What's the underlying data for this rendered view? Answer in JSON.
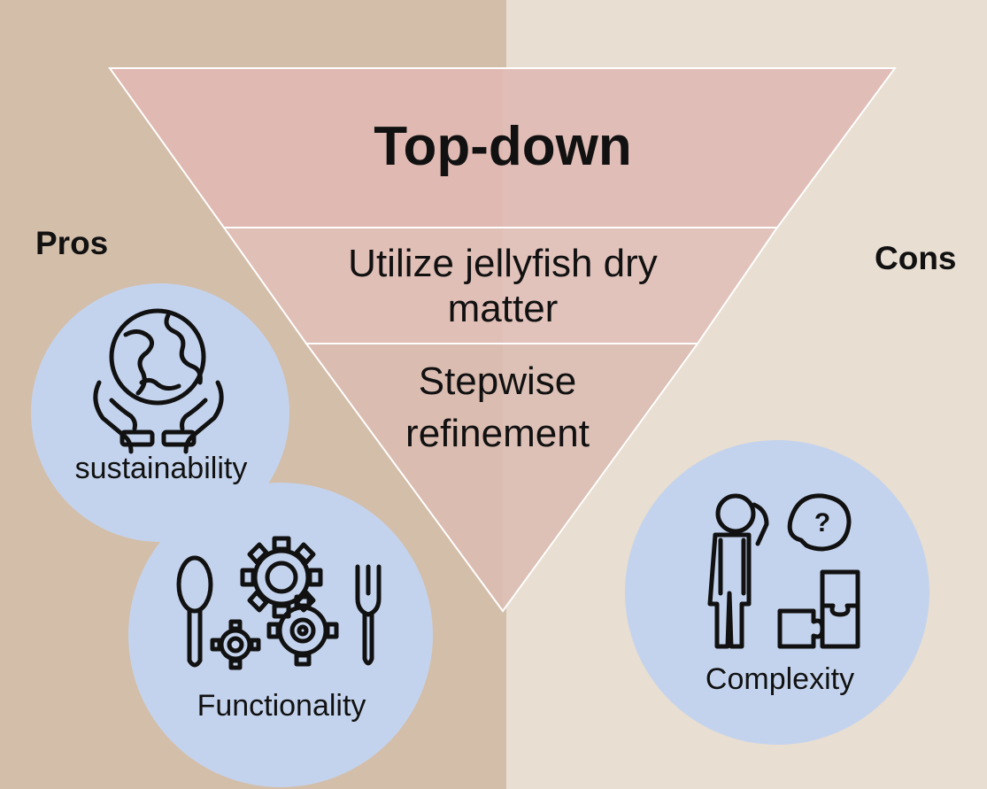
{
  "diagram": {
    "title": "Top-down",
    "levels": [
      {
        "text": "Utilize jellyfish dry matter",
        "lines": [
          "Utilize jellyfish dry",
          "matter"
        ]
      },
      {
        "text": "Stepwise refinement",
        "lines": [
          "Stepwise",
          "refinement"
        ]
      }
    ],
    "pros": {
      "heading": "Pros",
      "items": [
        {
          "label": "sustainability",
          "icon": "globe-in-hands-icon"
        },
        {
          "label": "Functionality",
          "icon": "spoon-gears-fork-icon"
        }
      ]
    },
    "cons": {
      "heading": "Cons",
      "items": [
        {
          "label": "Complexity",
          "icon": "confused-person-puzzle-icon"
        }
      ]
    }
  },
  "colors": {
    "left_panel": "#d3bea9",
    "right_panel": "#e8ded1",
    "funnel_top": "#dfb9b2",
    "funnel_middle": "#e0bfb7",
    "funnel_bottom": "#dbbcb1",
    "circle_fill": "#c4d3ed",
    "outline": "#ffffff"
  }
}
